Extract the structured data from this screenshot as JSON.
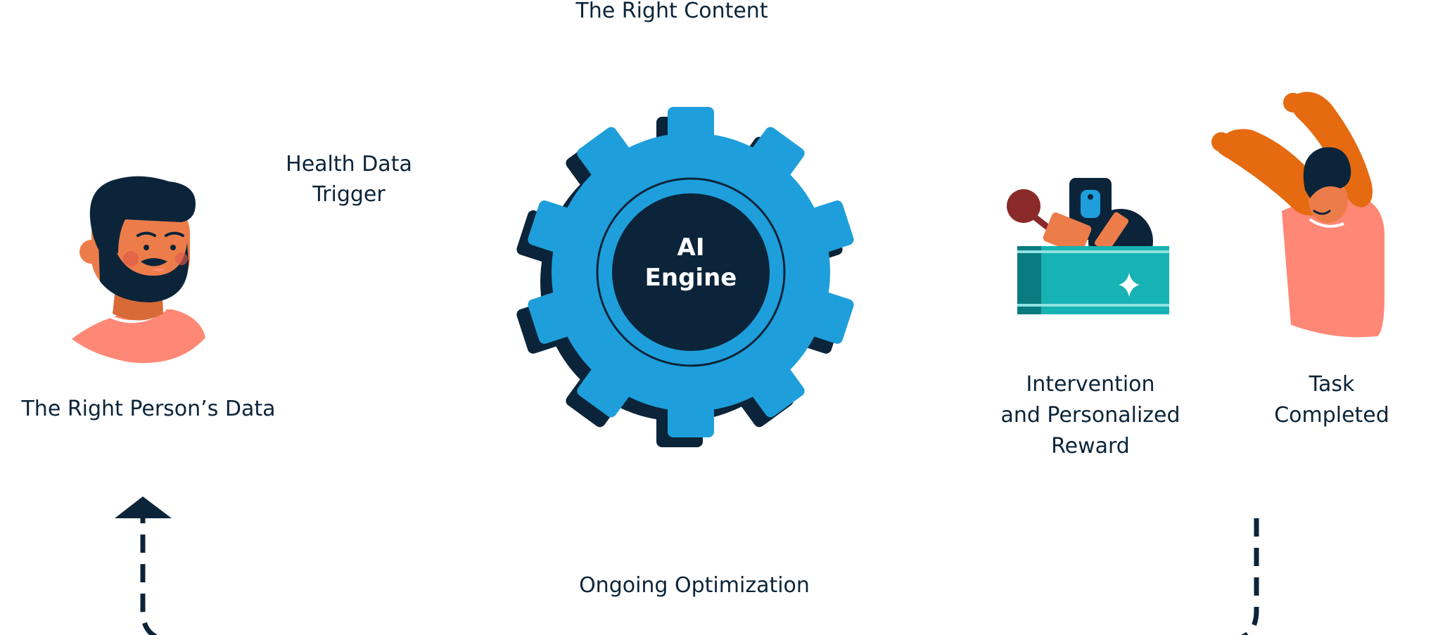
{
  "labels": {
    "top": "The Right Content",
    "trigger_line1": "Health Data",
    "trigger_line2": "Trigger",
    "engine_line1": "AI",
    "engine_line2": "Engine",
    "person": "The Right Person’s Data",
    "intervention_line1": "Intervention",
    "intervention_line2": "and Personalized",
    "intervention_line3": "Reward",
    "task_line1": "Task",
    "task_line2": "Completed",
    "loop": "Ongoing Optimization"
  },
  "icons": {
    "person": "bearded-man-icon",
    "engine": "gear-icon",
    "intervention": "toolbox-icon",
    "task": "celebrating-person-icon",
    "loop": "loop-arrow-icon"
  },
  "colors": {
    "navy": "#0b2439",
    "gear_blue": "#1e9fdb",
    "skin": "#ec7d4a",
    "shirt": "#ff8775",
    "teal": "#17b2b3",
    "teal_dark": "#0a7b80",
    "orange_arm": "#e56a10",
    "maroon": "#8b2a2a"
  }
}
